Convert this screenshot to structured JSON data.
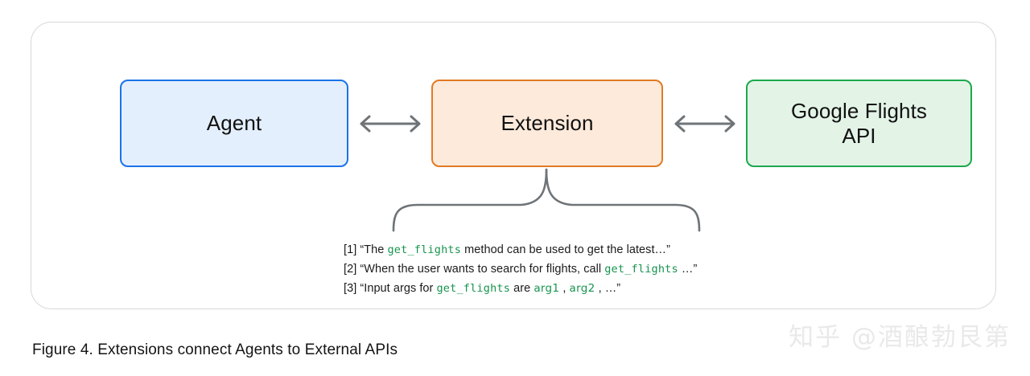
{
  "figure": {
    "caption": "Figure 4. Extensions connect Agents to External APIs",
    "watermark": "知乎 @酒酿勃艮第"
  },
  "nodes": [
    {
      "id": "agent",
      "label": "Agent",
      "border_color": "#1a73e8",
      "fill_color": "#e4effd"
    },
    {
      "id": "extension",
      "label": "Extension",
      "border_color": "#e07b24",
      "fill_color": "#fdeadb"
    },
    {
      "id": "api",
      "label": "Google Flights\nAPI",
      "label_line1": "Google Flights",
      "label_line2": "API",
      "border_color": "#1ba94c",
      "fill_color": "#e3f4e7"
    }
  ],
  "connectors": [
    {
      "id": "agent-extension",
      "type": "double-arrow",
      "icon": "double-arrow-icon",
      "color": "#6f7478"
    },
    {
      "id": "extension-api",
      "type": "double-arrow",
      "icon": "double-arrow-icon",
      "color": "#6f7478"
    },
    {
      "id": "extension-details",
      "type": "curly-brace",
      "icon": "curly-brace-icon",
      "color": "#6f7478"
    }
  ],
  "details": [
    {
      "index": "[1]",
      "parts": [
        {
          "text": "“The ",
          "style": "plain"
        },
        {
          "text": "get_flights",
          "style": "code"
        },
        {
          "text": " method can be used to get the latest…”",
          "style": "plain"
        }
      ]
    },
    {
      "index": "[2]",
      "parts": [
        {
          "text": "“When the user wants to search for flights, call ",
          "style": "plain"
        },
        {
          "text": "get_flights",
          "style": "code"
        },
        {
          "text": " …”",
          "style": "plain"
        }
      ]
    },
    {
      "index": "[3]",
      "parts": [
        {
          "text": "“Input args for ",
          "style": "plain"
        },
        {
          "text": "get_flights",
          "style": "code"
        },
        {
          "text": " are ",
          "style": "plain"
        },
        {
          "text": "arg1",
          "style": "arg"
        },
        {
          "text": " , ",
          "style": "plain"
        },
        {
          "text": "arg2",
          "style": "arg"
        },
        {
          "text": " , …”",
          "style": "plain"
        }
      ]
    }
  ],
  "colors": {
    "card_border": "#d8d8d8",
    "code_green": "#17944f",
    "connector_gray": "#6f7478",
    "page_background": "#ffffff"
  }
}
